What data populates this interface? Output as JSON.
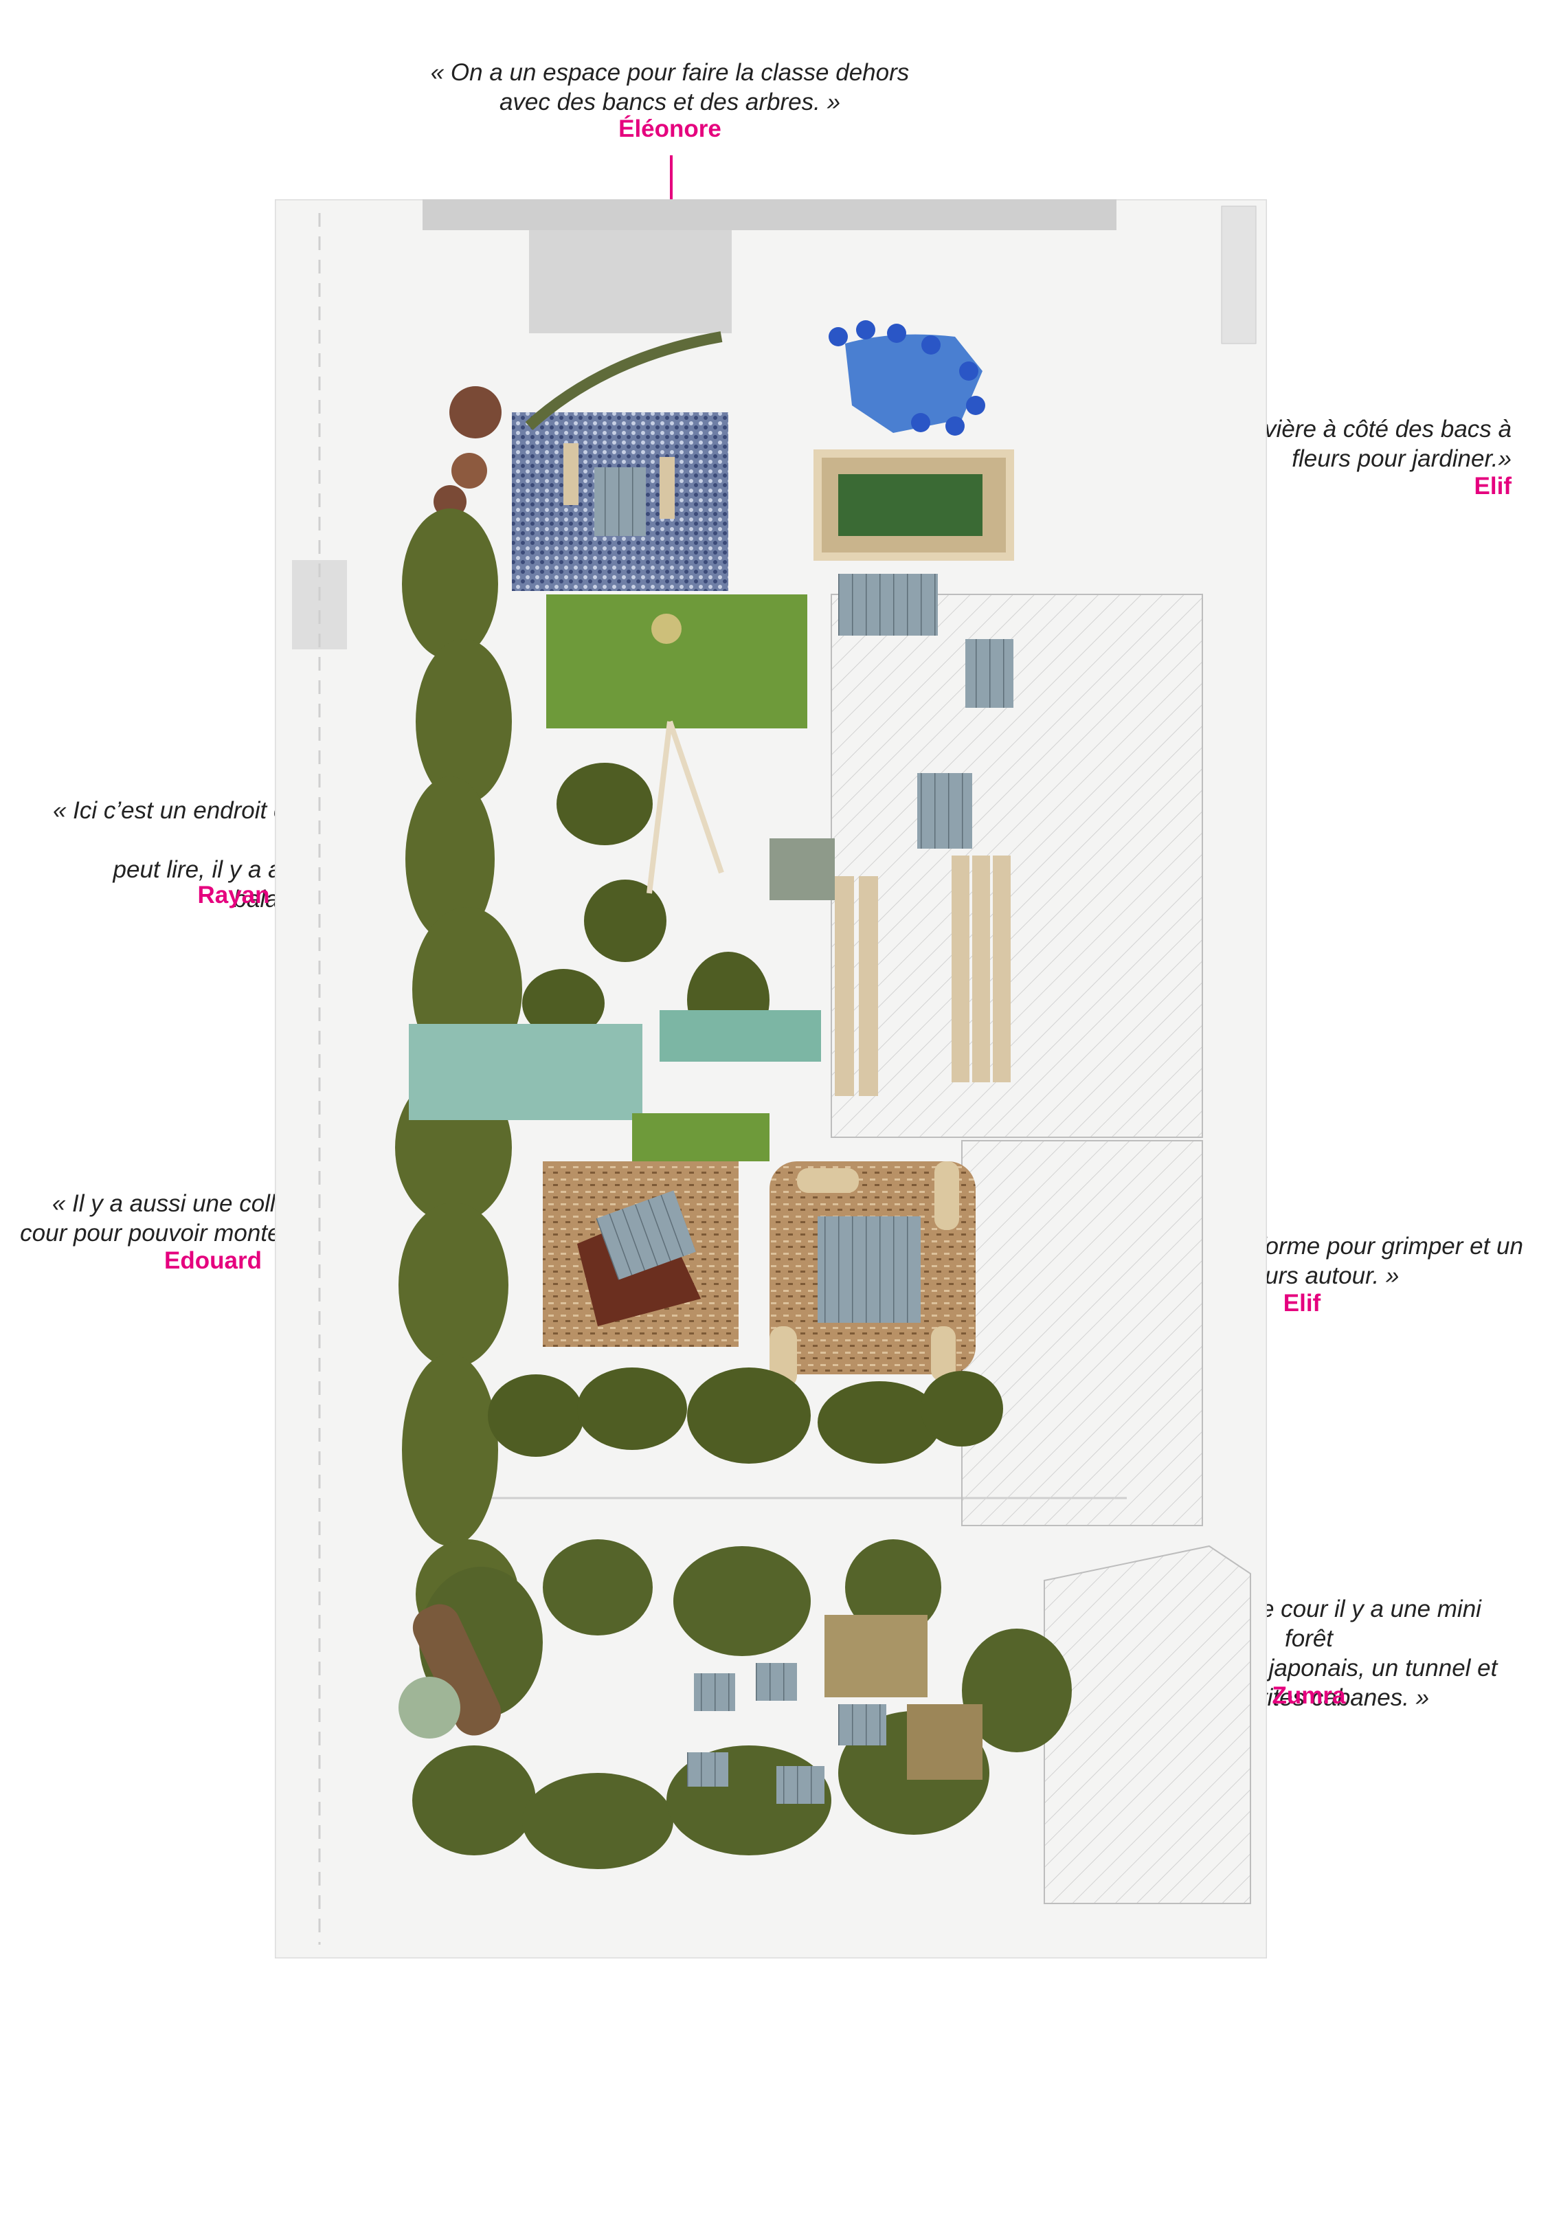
{
  "colors": {
    "accent": "#e5007e",
    "text": "#222222",
    "moss": "#5d6b2c",
    "moss_dark": "#3f4a1c",
    "grass": "#6e9a3a",
    "wood": "#d9c7a6",
    "water": "#4a7fd1",
    "hatch": "#c9c9c9",
    "board": "#f4f4f3"
  },
  "annotations": [
    {
      "id": "eleonore",
      "lines": [
        "« On a un espace pour faire la classe dehors",
        "avec des bancs et des arbres. »"
      ],
      "author": "Éléonore"
    },
    {
      "id": "elif-river",
      "lines": [
        "«Il y a une petite rivière à côté des bacs à",
        "fleurs pour jardiner.»"
      ],
      "author": "Elif"
    },
    {
      "id": "rayan",
      "lines": [
        "« Ici c’est un endroit calme où l’on",
        "peut lire, il y a aussi une",
        "balançoire. »"
      ],
      "author": "Rayan"
    },
    {
      "id": "edouard",
      "lines": [
        "« Il y a aussi une colline dans la",
        "cour pour pouvoir monter dessus »"
      ],
      "author": "Edouard"
    },
    {
      "id": "elif-platform",
      "lines": [
        "« On a une plateforme pour grimper et un",
        "parcours autour. »"
      ],
      "author": "Elif"
    },
    {
      "id": "zumra",
      "lines": [
        "« Dans notre cour il y a une mini forêt",
        "avec des pas japonais, un tunnel et",
        "des petites cabanes. »"
      ],
      "author": "Zumra"
    }
  ]
}
